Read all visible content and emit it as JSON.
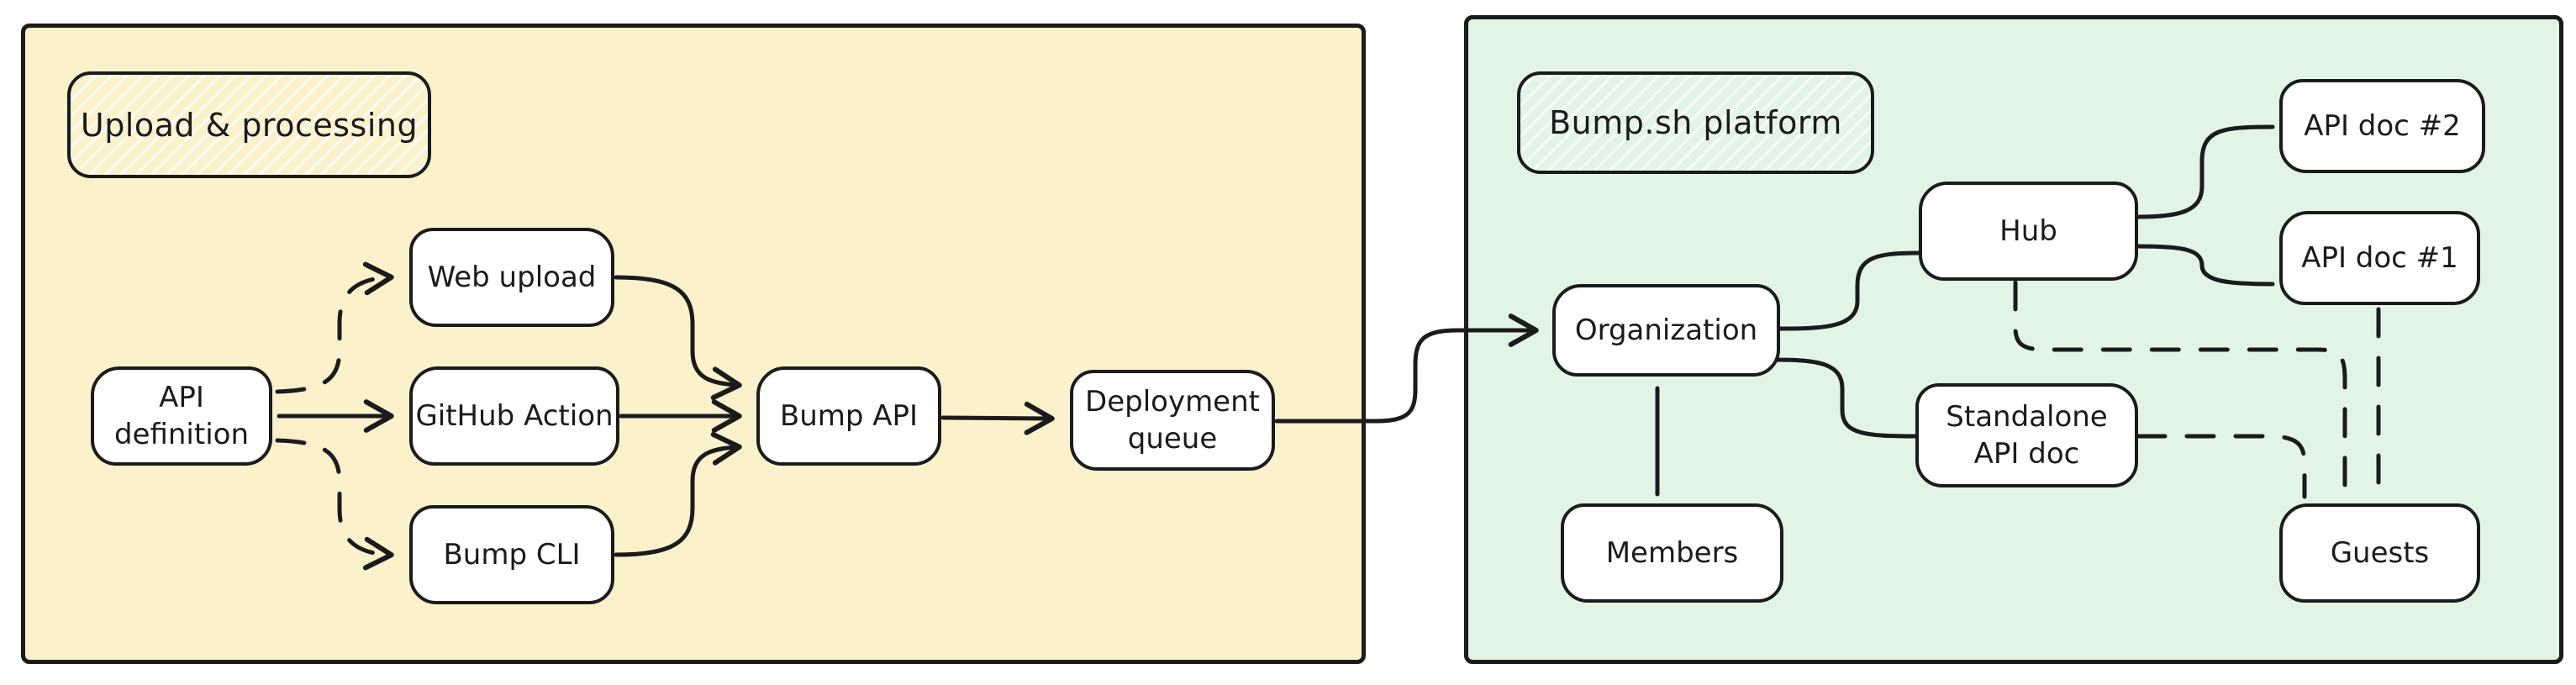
{
  "diagram": {
    "left_panel": {
      "label": "Upload & processing"
    },
    "right_panel": {
      "label": "Bump.sh platform"
    },
    "nodes": {
      "api_definition": {
        "label": "API\ndefinition"
      },
      "web_upload": {
        "label": "Web upload"
      },
      "github_action": {
        "label": "GitHub Action"
      },
      "bump_cli": {
        "label": "Bump CLI"
      },
      "bump_api": {
        "label": "Bump API"
      },
      "deployment_queue": {
        "label": "Deployment\nqueue"
      },
      "organization": {
        "label": "Organization"
      },
      "members": {
        "label": "Members"
      },
      "hub": {
        "label": "Hub"
      },
      "api_doc_2": {
        "label": "API doc #2"
      },
      "api_doc_1": {
        "label": "API doc #1"
      },
      "standalone_api_doc": {
        "label": "Standalone\nAPI doc"
      },
      "guests": {
        "label": "Guests"
      }
    },
    "edges": [
      {
        "from": "api_definition",
        "to": "web_upload",
        "style": "dashed",
        "arrow": true
      },
      {
        "from": "api_definition",
        "to": "github_action",
        "style": "solid",
        "arrow": true
      },
      {
        "from": "api_definition",
        "to": "bump_cli",
        "style": "dashed",
        "arrow": true
      },
      {
        "from": "web_upload",
        "to": "bump_api",
        "style": "solid",
        "arrow": true
      },
      {
        "from": "github_action",
        "to": "bump_api",
        "style": "solid",
        "arrow": true
      },
      {
        "from": "bump_cli",
        "to": "bump_api",
        "style": "solid",
        "arrow": true
      },
      {
        "from": "bump_api",
        "to": "deployment_queue",
        "style": "solid",
        "arrow": true
      },
      {
        "from": "deployment_queue",
        "to": "organization",
        "style": "solid",
        "arrow": true
      },
      {
        "from": "organization",
        "to": "hub",
        "style": "solid",
        "arrow": false
      },
      {
        "from": "organization",
        "to": "standalone_api_doc",
        "style": "solid",
        "arrow": false
      },
      {
        "from": "organization",
        "to": "members",
        "style": "solid",
        "arrow": false
      },
      {
        "from": "hub",
        "to": "api_doc_2",
        "style": "solid",
        "arrow": false
      },
      {
        "from": "hub",
        "to": "api_doc_1",
        "style": "solid",
        "arrow": false
      },
      {
        "from": "hub",
        "to": "guests",
        "style": "dashed",
        "arrow": false
      },
      {
        "from": "standalone_api_doc",
        "to": "guests",
        "style": "dashed",
        "arrow": false
      },
      {
        "from": "api_doc_1",
        "to": "guests",
        "style": "dashed",
        "arrow": false
      }
    ],
    "colors": {
      "left_panel_fill": "#FBF2CC",
      "right_panel_fill": "#E2F4E6",
      "node_fill": "#FFFFFF",
      "stroke": "#1B1B1B",
      "page_background": "#FFFFFF"
    }
  }
}
